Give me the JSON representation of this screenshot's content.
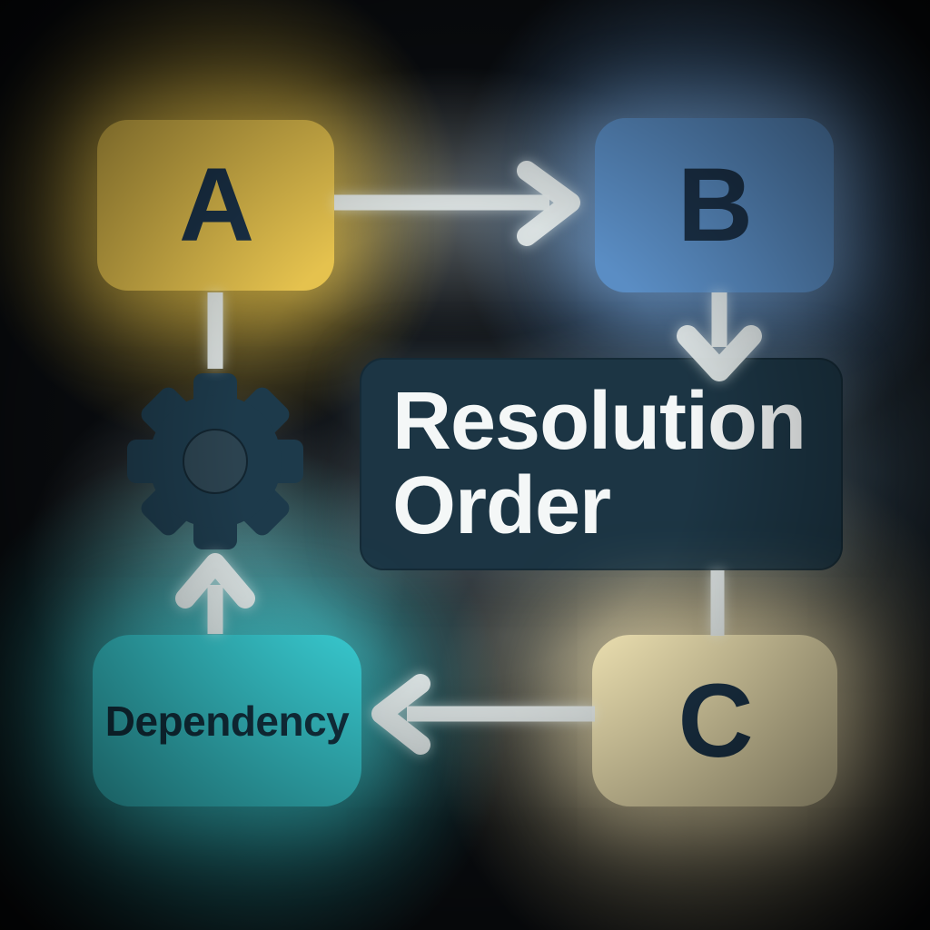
{
  "diagram": {
    "type": "flow-diagram",
    "title": "Resolution Order",
    "nodes": [
      {
        "id": "a",
        "label": "A",
        "fill": "#e5c24e",
        "text_color": "#1b334a"
      },
      {
        "id": "b",
        "label": "B",
        "fill": "#5a8dc4",
        "text_color": "#1b3148"
      },
      {
        "id": "resolution_order",
        "label": "Resolution Order",
        "fill": "#1c3544",
        "text_color": "#f4f7f7"
      },
      {
        "id": "c",
        "label": "C",
        "fill": "#e9ddae",
        "text_color": "#1b3347"
      },
      {
        "id": "dependency",
        "label": "Dependency",
        "fill": "#36c2c8",
        "text_color": "#12303e"
      }
    ],
    "icons": [
      {
        "name": "gear-icon",
        "fill": "#1d3a4b"
      }
    ],
    "edges": [
      {
        "from": "A",
        "to": "B",
        "arrowhead": true
      },
      {
        "from": "B",
        "to": "Resolution Order",
        "arrowhead": true
      },
      {
        "from": "Resolution Order",
        "to": "C",
        "arrowhead": false
      },
      {
        "from": "C",
        "to": "Dependency",
        "arrowhead": true
      },
      {
        "from": "Dependency",
        "to": "gear",
        "arrowhead": true
      },
      {
        "from": "gear",
        "to": "A",
        "arrowhead": false
      }
    ],
    "connector_color": "#dde4e4",
    "background_glow_colors": [
      "#d6b23c",
      "#6094cc",
      "#2ebec5",
      "#d4c596",
      "#a5afb2"
    ]
  }
}
